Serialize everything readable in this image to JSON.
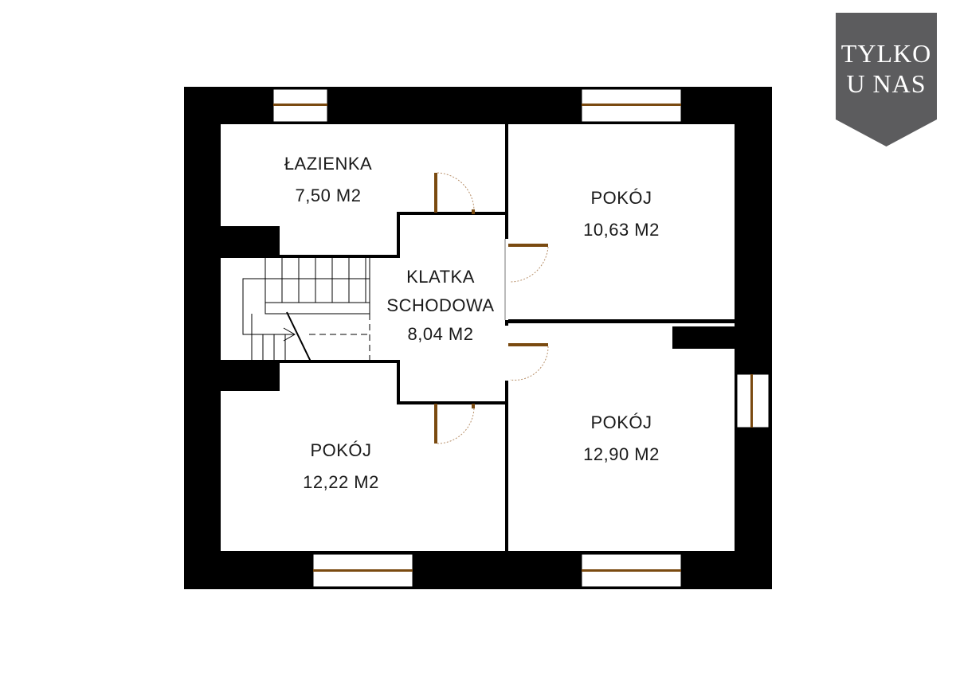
{
  "badge": {
    "line1": "TYLKO",
    "line2": "U NAS",
    "color": "#5c5c5e"
  },
  "rooms": {
    "bathroom": {
      "name": "ŁAZIENKA",
      "area": "7,50 M2"
    },
    "room_top_right": {
      "name": "POKÓJ",
      "area": "10,63 M2"
    },
    "staircase": {
      "name_line1": "KLATKA",
      "name_line2": "SCHODOWA",
      "area": "8,04 M2"
    },
    "room_bottom_left": {
      "name": "POKÓJ",
      "area": "12,22 M2"
    },
    "room_bottom_right": {
      "name": "POKÓJ",
      "area": "12,90 M2"
    }
  },
  "colors": {
    "wall": "#000000",
    "door": "#7a4a10",
    "window_frame": "#7a4a10",
    "floor": "#ffffff"
  }
}
